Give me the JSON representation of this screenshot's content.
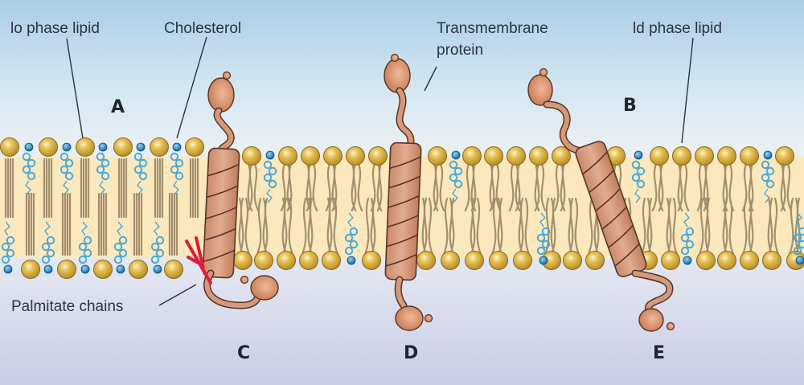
{
  "diagram": {
    "title": "Lipid raft membrane with transmembrane proteins",
    "labels": {
      "lo_phase_lipid": "lo phase lipid",
      "cholesterol": "Cholesterol",
      "transmembrane_protein_line1": "Transmembrane",
      "transmembrane_protein_line2": "protein",
      "ld_phase_lipid": "ld phase lipid",
      "palmitate_chains": "Palmitate chains"
    },
    "region_letters": {
      "a": "A",
      "b": "B",
      "c": "C",
      "d": "D",
      "e": "E"
    },
    "colors": {
      "lipid_head": "#d9b23e",
      "lipid_head_outline": "#8a6b1a",
      "lipid_tail": "#a38f6c",
      "cholesterol": "#4aa9d8",
      "cholesterol_head": "#1f78b0",
      "membrane_core": "#fbe7b9",
      "protein": "#d49a7c",
      "protein_outline": "#5a3424",
      "palmitate": "#e01a3c",
      "text": "#2b3440"
    }
  }
}
